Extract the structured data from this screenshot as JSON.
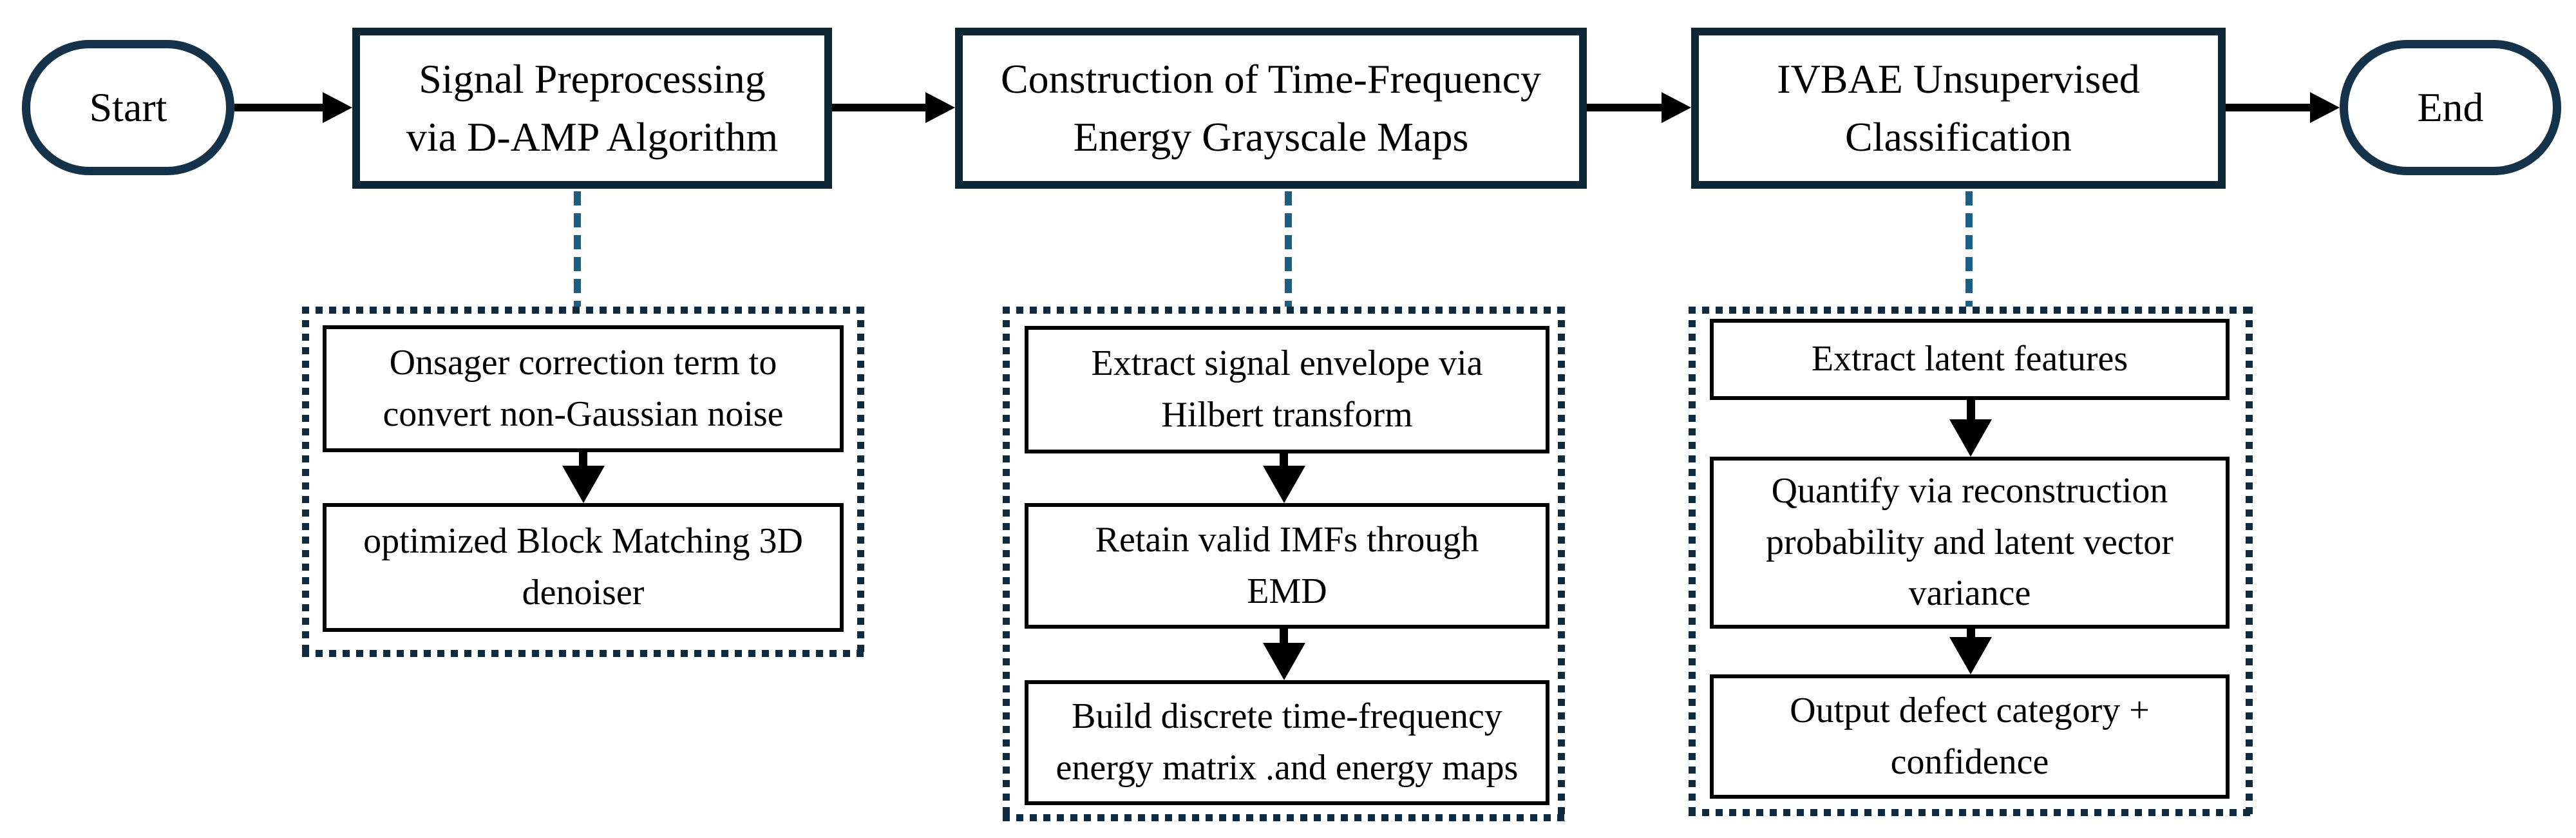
{
  "flow": {
    "start_label": "Start",
    "end_label": "End",
    "steps": [
      {
        "label": "Signal Preprocessing\nvia D-AMP Algorithm"
      },
      {
        "label": "Construction of Time-Frequency\nEnergy Grayscale Maps"
      },
      {
        "label": "IVBAE Unsupervised\nClassification"
      }
    ]
  },
  "phases": [
    {
      "substeps": [
        "Onsager correction term to\nconvert non-Gaussian noise",
        "optimized Block Matching 3D\ndenoiser"
      ]
    },
    {
      "substeps": [
        "Extract signal envelope via\nHilbert transform",
        "Retain valid IMFs through\nEMD",
        "Build discrete time-frequency\nenergy matrix .and energy maps"
      ]
    },
    {
      "substeps": [
        "Extract latent features",
        "Quantify via reconstruction\nprobability and latent vector\nvariance",
        "Output defect category +\nconfidence"
      ]
    }
  ],
  "colors": {
    "background": "#ffffff",
    "step_border": "#0d2737",
    "terminator_border": "#14324a",
    "group_dotted_border": "#0e2b42",
    "dashed_connector": "#1d5f83",
    "arrow": "#000000",
    "text": "#000000"
  }
}
